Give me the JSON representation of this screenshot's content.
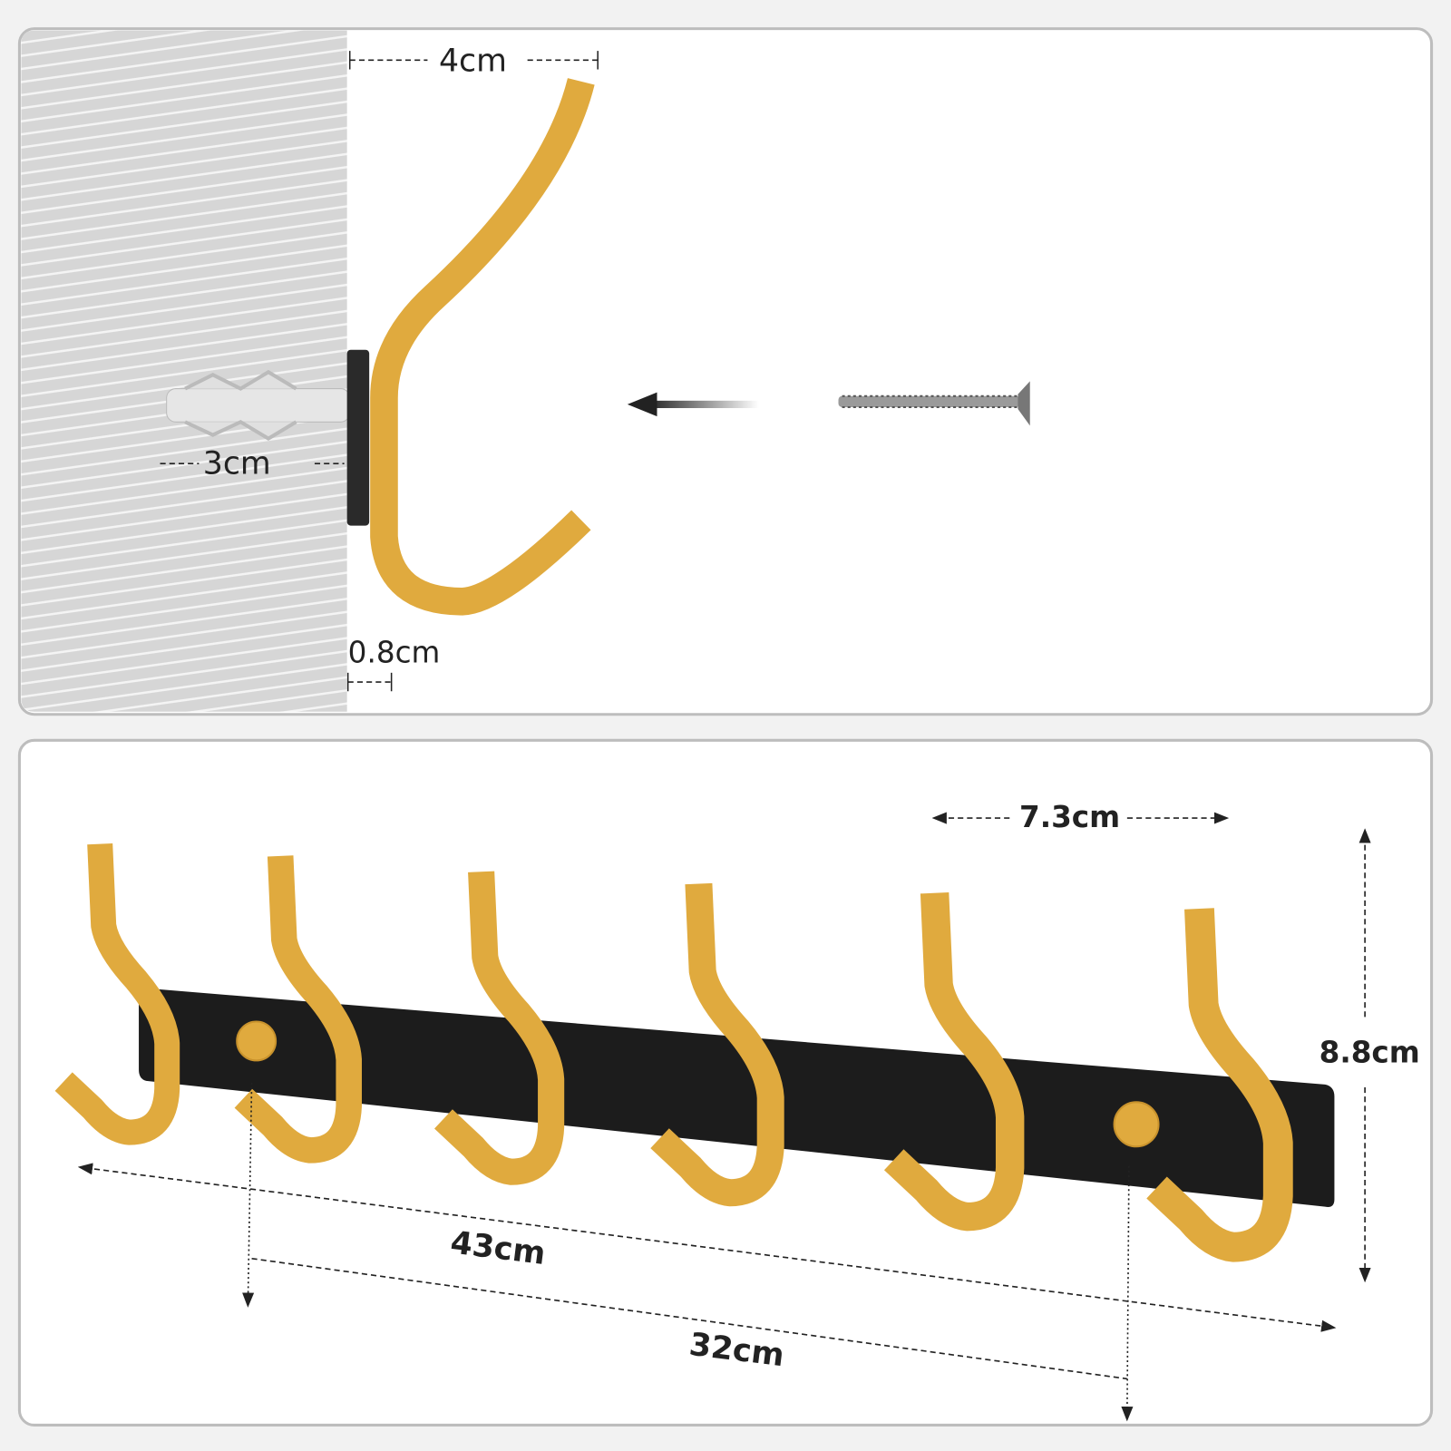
{
  "colors": {
    "gold": "#e0aa3e",
    "bar": "#1c1c1c",
    "wall": "#d4d4d4",
    "panel_border": "#bdbdbd"
  },
  "top_panel": {
    "hook_depth": "4cm",
    "anchor_length": "3cm",
    "plate_thickness": "0.8cm"
  },
  "bottom_panel": {
    "hook_spacing": "7.3cm",
    "height": "8.8cm",
    "total_length": "43cm",
    "screw_spacing": "32cm"
  }
}
